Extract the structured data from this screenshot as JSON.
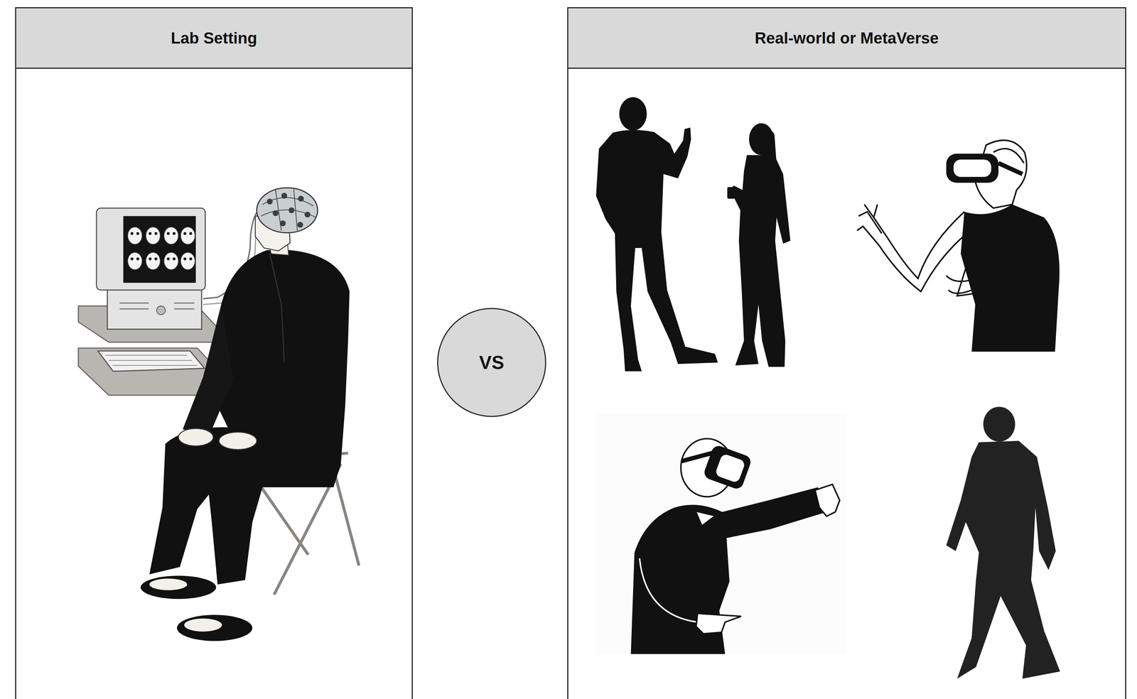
{
  "diagram": {
    "nodes": [
      {
        "text": [
          "Lab Setting"
        ]
      },
      {
        "text": [
          "VS"
        ]
      },
      {
        "text": [
          "Real-world or MetaVerse"
        ]
      }
    ]
  }
}
